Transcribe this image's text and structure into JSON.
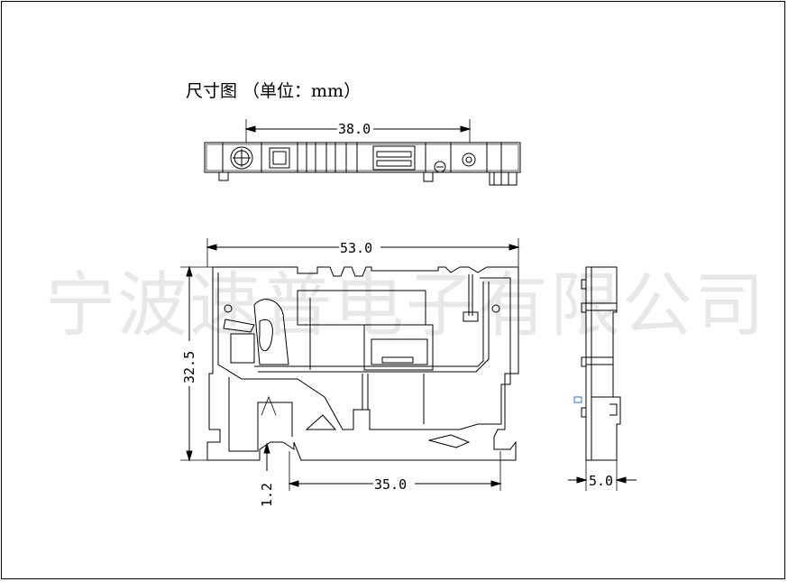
{
  "title": "尺寸图 （单位：mm）",
  "watermark": "宁波速普电子有限公司",
  "dimensions": {
    "top_width": "38.0",
    "overall_width": "53.0",
    "overall_height": "32.5",
    "bottom_offset": "1.2",
    "rail_width": "35.0",
    "side_thickness": "5.0"
  }
}
